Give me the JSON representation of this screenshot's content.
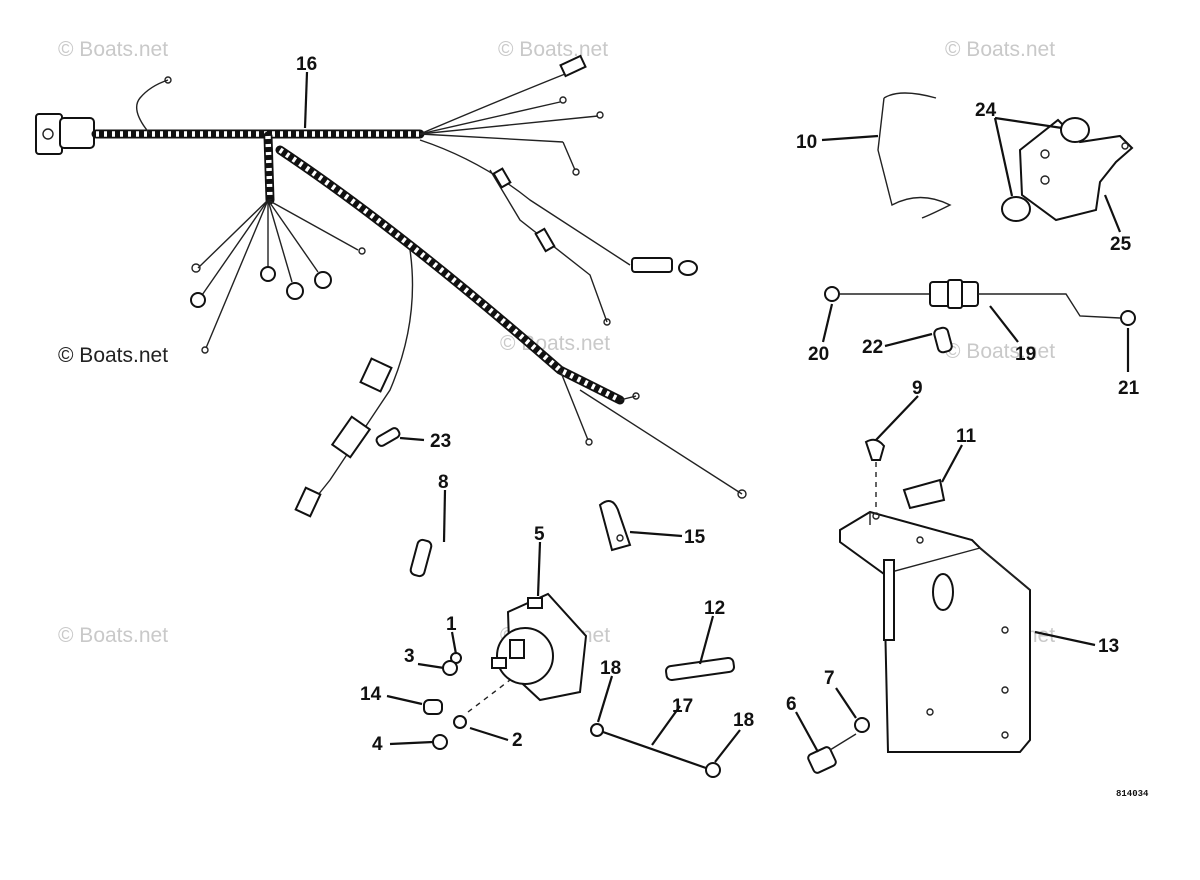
{
  "watermark": {
    "text": "© Boats.net",
    "featured_text": "© Boats.net"
  },
  "diagram_code": "814034",
  "callouts": {
    "p1": "1",
    "p2": "2",
    "p3": "3",
    "p4": "4",
    "p5": "5",
    "p6": "6",
    "p7": "7",
    "p8": "8",
    "p9": "9",
    "p10": "10",
    "p11": "11",
    "p12": "12",
    "p13": "13",
    "p14": "14",
    "p15": "15",
    "p16": "16",
    "p17": "17",
    "p18a": "18",
    "p18b": "18",
    "p19": "19",
    "p20": "20",
    "p21": "21",
    "p22": "22",
    "p23": "23",
    "p24": "24",
    "p25": "25"
  }
}
